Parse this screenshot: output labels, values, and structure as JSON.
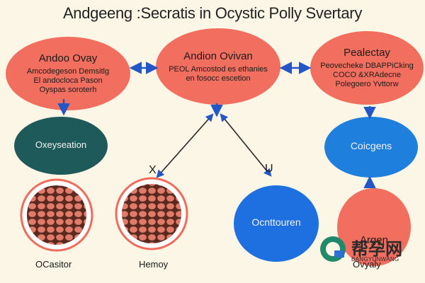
{
  "title": "Andgeeng :Secratis in Ocystic Polly Svertary",
  "nodes": {
    "left_top": {
      "heading": "Andoo Ovay",
      "lines": [
        "Amcodegeson Demsitlg",
        "El andocloca Pason",
        "Oyspas soroterh"
      ]
    },
    "center_top": {
      "heading": "Andion Ovivan",
      "lines": [
        "PEOL Amcostod es ethanies",
        "en fosocc escetion"
      ]
    },
    "right_top": {
      "heading": "Pealectay",
      "lines": [
        "Peovecheke DBAPPiCking",
        "COCO &XRAdecne",
        "Polegoero Yvttorw"
      ]
    },
    "teal_mid": {
      "heading": "Oxeyseation"
    },
    "blue_right": {
      "heading": "Coicgens"
    },
    "blue_bottom": {
      "heading": "Ocnttouren"
    },
    "red_bottom": {
      "heading": "Argen"
    }
  },
  "labels": {
    "ovary_left": "OCasitor",
    "ovary_center": "Hemoy",
    "bottom_right": "Ovyaly"
  },
  "arrow_marks": {
    "mark_left": "X",
    "mark_right": "U"
  },
  "watermark": {
    "cn": "帮孕网",
    "en": "BANGYUNWANG"
  },
  "colors": {
    "red": "#f26e5e",
    "teal": "#1f5a5a",
    "blue": "#1f7fdc",
    "arrow": "#2356c7",
    "background": "#fbf6e6"
  }
}
